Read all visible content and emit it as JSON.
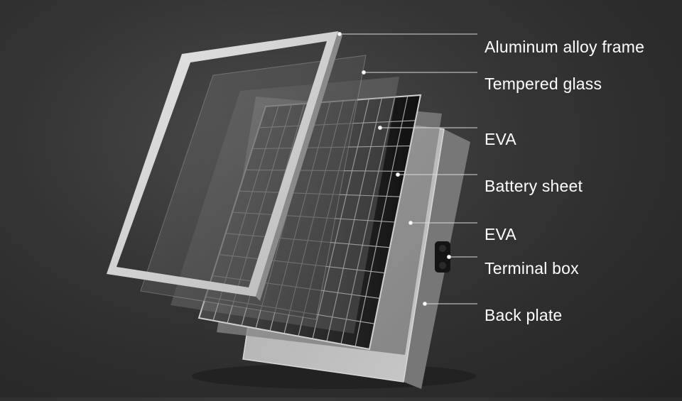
{
  "diagram": {
    "labels": [
      {
        "id": "frame",
        "text": "Aluminum alloy frame"
      },
      {
        "id": "glass",
        "text": "Tempered glass"
      },
      {
        "id": "eva_top",
        "text": "EVA"
      },
      {
        "id": "cells",
        "text": "Battery sheet"
      },
      {
        "id": "eva_bottom",
        "text": "EVA"
      },
      {
        "id": "terminal",
        "text": "Terminal box"
      },
      {
        "id": "back",
        "text": "Back plate"
      }
    ],
    "cell_grid": {
      "columns": 12,
      "rows": 10
    }
  }
}
